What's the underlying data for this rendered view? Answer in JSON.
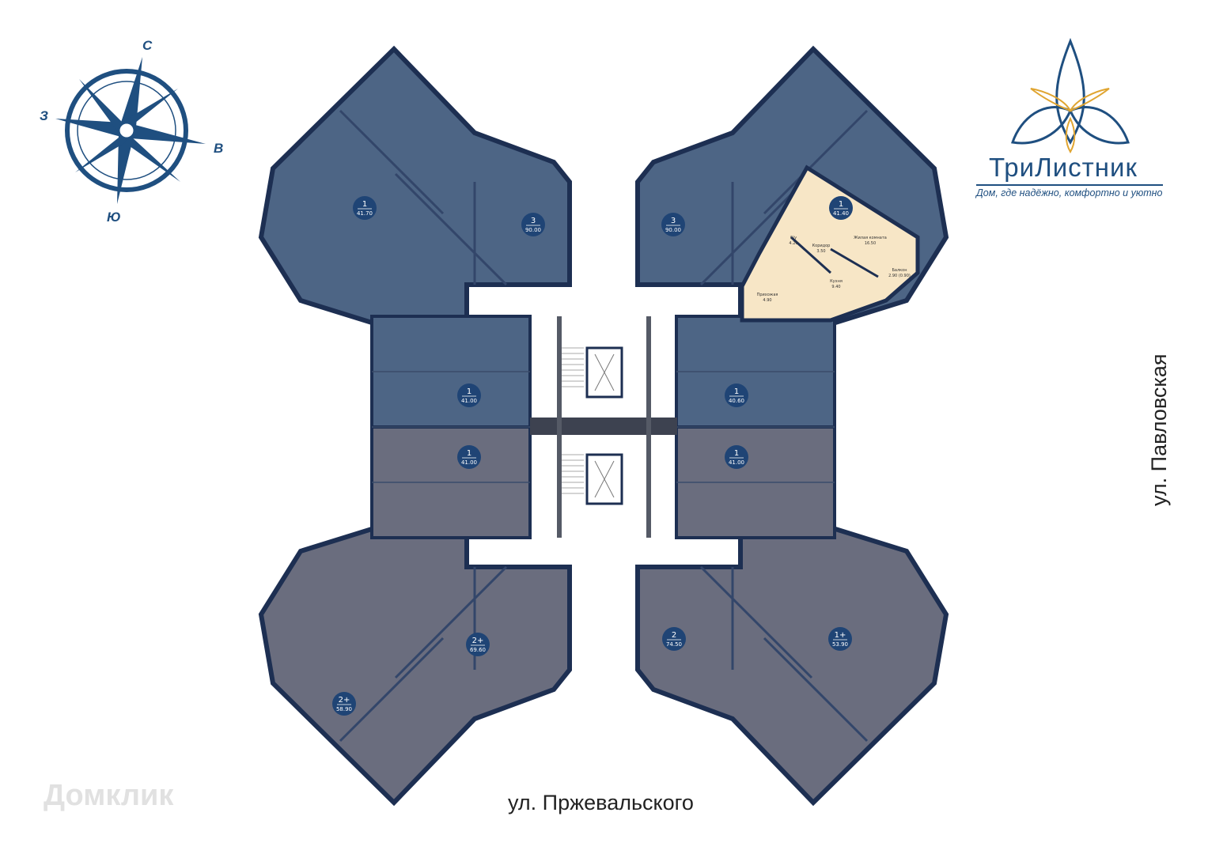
{
  "logo": {
    "name": "ТриЛистник",
    "slogan": "Дом, где надёжно, комфортно и уютно"
  },
  "compass": {
    "north": "С",
    "east": "В",
    "south": "Ю",
    "west": "З"
  },
  "streets": {
    "bottom": "ул. Пржевальского",
    "right": "ул. Павловская"
  },
  "watermark": "Домклик",
  "colors": {
    "unit": "#4d6585",
    "unit_alt": "#6a6d7e",
    "wall": "#1d2f52",
    "highlight": "#f7e6c6",
    "badge": "#1f4475",
    "brand": "#1f4f80",
    "gold": "#e0a531"
  },
  "apartments": [
    {
      "rooms": "1",
      "area": "41.70",
      "highlight": false
    },
    {
      "rooms": "3",
      "area": "90.00",
      "highlight": false
    },
    {
      "rooms": "3",
      "area": "90.00",
      "highlight": false
    },
    {
      "rooms": "1",
      "area": "41.40",
      "highlight": true
    },
    {
      "rooms": "1",
      "area": "41.00",
      "highlight": false
    },
    {
      "rooms": "1",
      "area": "41.00",
      "highlight": false
    },
    {
      "rooms": "1",
      "area": "40.60",
      "highlight": false
    },
    {
      "rooms": "1",
      "area": "41.00",
      "highlight": false
    },
    {
      "rooms": "2+",
      "area": "69.60",
      "highlight": false
    },
    {
      "rooms": "2+",
      "area": "58.90",
      "highlight": false
    },
    {
      "rooms": "2",
      "area": "74.50",
      "highlight": false
    },
    {
      "rooms": "1+",
      "area": "53.90",
      "highlight": false
    }
  ],
  "highlighted_rooms": [
    {
      "name": "Жилая комната",
      "area": "16.50"
    },
    {
      "name": "С/у",
      "area": "4.20"
    },
    {
      "name": "Коридор",
      "area": "3.50"
    },
    {
      "name": "Кухня",
      "area": "9.40"
    },
    {
      "name": "Прихожая",
      "area": "4.90"
    },
    {
      "name": "Балкон",
      "area": "2.90 (0.90)"
    }
  ]
}
